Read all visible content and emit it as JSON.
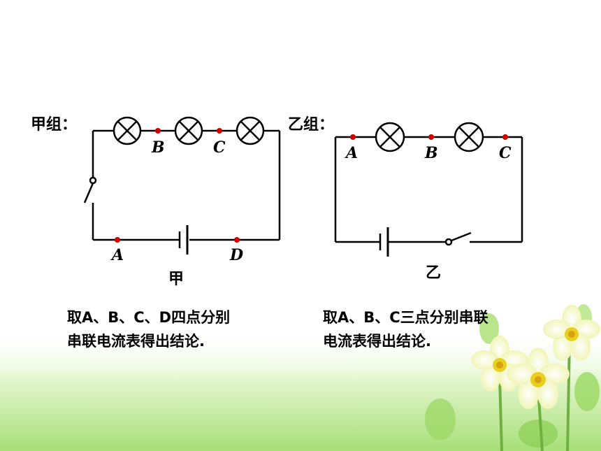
{
  "left": {
    "group_label": "甲组：",
    "points": [
      "B",
      "C",
      "A",
      "D"
    ],
    "caption": "甲",
    "description_line1": "取A、B、C、D四点分别",
    "description_line2": "串联电流表得出结论."
  },
  "right": {
    "group_label": "乙组：",
    "points": [
      "A",
      "B",
      "C"
    ],
    "caption": "乙",
    "description_line1": "取A、B、C三点分别串联",
    "description_line2": "电流表得出结论."
  },
  "colors": {
    "wire": "#000000",
    "point": "#cc0000",
    "background_green": "#b8e890",
    "flower": "#f6f3a0"
  }
}
